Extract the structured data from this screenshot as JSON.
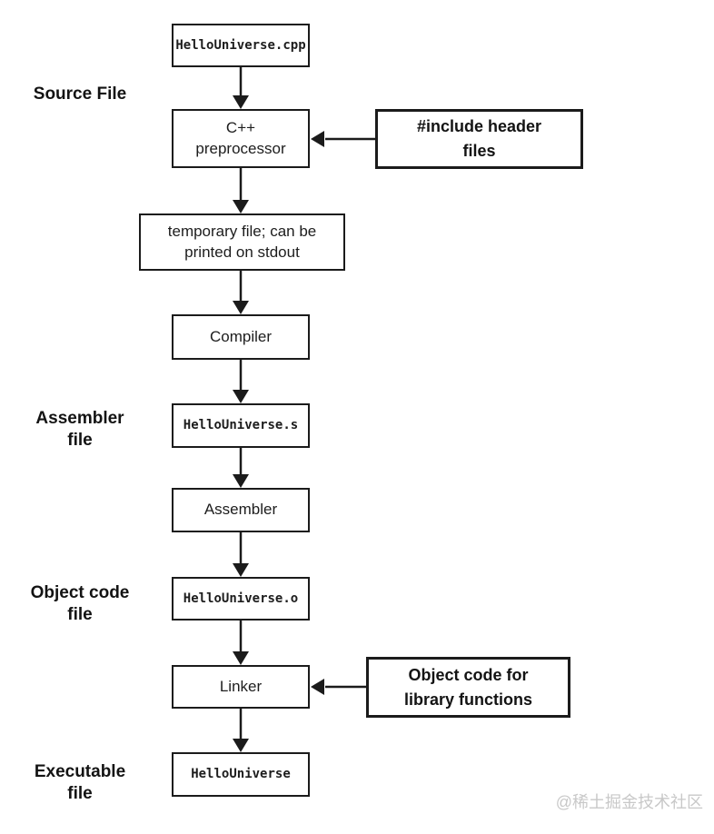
{
  "diagram": {
    "nodes": {
      "source": "HelloUniverse.cpp",
      "preprocessor": "C++\npreprocessor",
      "temp_file": "temporary file; can be\nprinted on stdout",
      "compiler": "Compiler",
      "assembly_file": "HelloUniverse.s",
      "assembler": "Assembler",
      "object_file": "HelloUniverse.o",
      "linker": "Linker",
      "executable": "HelloUniverse"
    },
    "side_nodes": {
      "include_headers": "#include header\nfiles",
      "library_objects": "Object code for\nlibrary functions"
    },
    "stage_labels": {
      "source_file": "Source File",
      "assembler_file": "Assembler\nfile",
      "object_code_file": "Object code\nfile",
      "executable_file": "Executable\nfile"
    },
    "watermark": "@稀土掘金技术社区",
    "colors": {
      "background": "#ffffff",
      "line": "#1b1b1b",
      "text": "#1d1d1d",
      "watermark": "#c8c8c8"
    }
  }
}
